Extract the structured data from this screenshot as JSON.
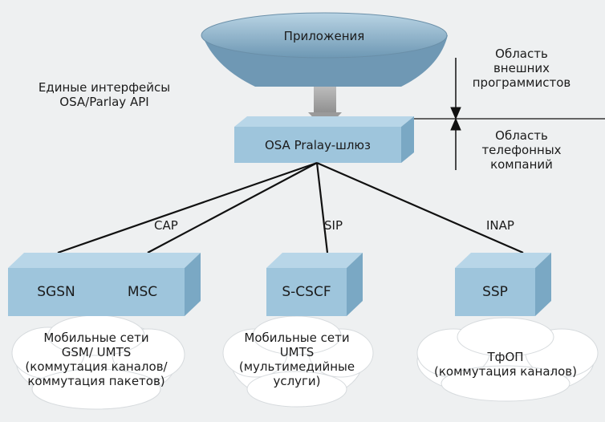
{
  "app_label": "Приложения",
  "api_label": [
    "Единые интерфейсы",
    "OSA/Parlay API"
  ],
  "gateway_label": "OSA Pralay-шлюз",
  "external_area": [
    "Область",
    "внешних",
    "программистов"
  ],
  "telecom_area": [
    "Область",
    "телефонных",
    "компаний"
  ],
  "protocols": {
    "cap": "CAP",
    "sip": "SIP",
    "inap": "INAP"
  },
  "nodes": {
    "sgsn": "SGSN",
    "msc": "MSC",
    "scscf": "S-CSCF",
    "ssp": "SSP"
  },
  "clouds": {
    "mobile_gsm": [
      "Мобильные сети",
      "GSM/ UMTS",
      "(коммутация каналов/",
      "коммутация пакетов)"
    ],
    "mobile_umts": [
      "Мобильные сети",
      "UMTS",
      "(мультимедийные",
      "услуги)"
    ],
    "pstn": [
      "ТфОП",
      "(коммутация каналов)"
    ]
  },
  "colors": {
    "box_face": "#9ec5dc",
    "box_top": "#b8d6e8",
    "box_side": "#7aa8c4",
    "cloud": "#ffffff",
    "background": "#eef0f1"
  }
}
